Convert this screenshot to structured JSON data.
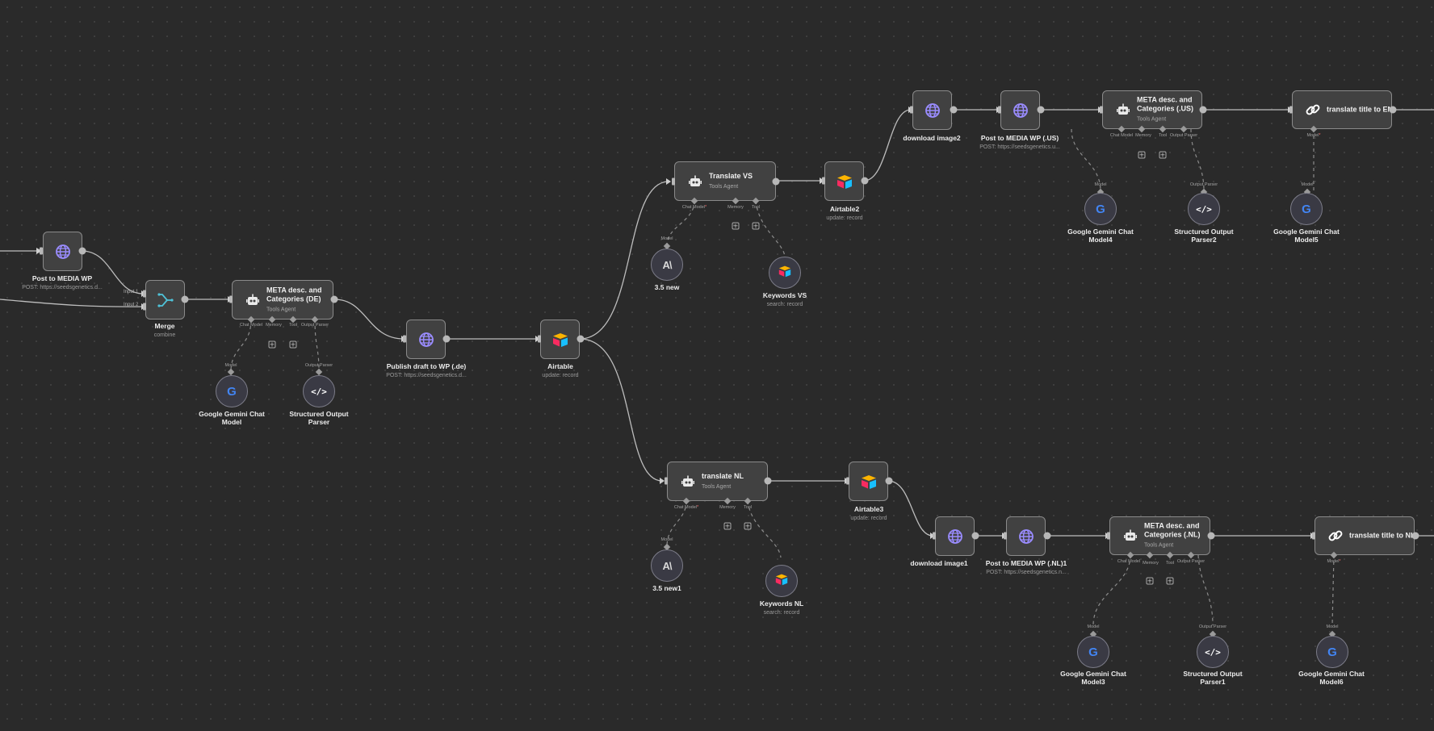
{
  "colors": {
    "canvas": "#2a2a2a",
    "node": "#414141",
    "border": "#8a8a8a",
    "wire": "#bdbdbd",
    "globe": "#9a8cff"
  },
  "nodes": {
    "post_media_wp": {
      "title": "Post to MEDIA WP",
      "subtitle": "POST: https://seedsgenetics.d..."
    },
    "merge": {
      "title": "Merge",
      "subtitle": "combine",
      "input1": "Input 1",
      "input2": "Input 2"
    },
    "meta_de": {
      "title": "META desc. and Categories (DE)",
      "subtitle": "Tools Agent"
    },
    "gemini_de": {
      "title": "Google Gemini Chat Model"
    },
    "parser_de": {
      "title": "Structured Output Parser"
    },
    "publish_draft": {
      "title": "Publish draft to WP (.de)",
      "subtitle": "POST: https://seedsgenetics.d..."
    },
    "airtable": {
      "title": "Airtable",
      "subtitle": "update: record"
    },
    "translate_vs": {
      "title": "Translate VS",
      "subtitle": "Tools Agent"
    },
    "model_35_new": {
      "title": "3.5 new"
    },
    "keywords_vs": {
      "title": "Keywords VS",
      "subtitle": "search: record"
    },
    "airtable2": {
      "title": "Airtable2",
      "subtitle": "update: record"
    },
    "download_image2": {
      "title": "download image2"
    },
    "post_media_us": {
      "title": "Post to MEDIA WP (.US)",
      "subtitle": "POST: https://seedsgenetics.u..."
    },
    "meta_us": {
      "title": "META desc. and Categories (.US)",
      "subtitle": "Tools Agent"
    },
    "gemini4": {
      "title": "Google Gemini Chat Model4"
    },
    "parser2": {
      "title": "Structured Output Parser2"
    },
    "translate_en": {
      "title": "translate title to EN"
    },
    "gemini5": {
      "title": "Google Gemini Chat Model5"
    },
    "translate_nl": {
      "title": "translate NL",
      "subtitle": "Tools Agent"
    },
    "model_35_new1": {
      "title": "3.5 new1"
    },
    "keywords_nl": {
      "title": "Keywords NL",
      "subtitle": "search: record"
    },
    "airtable3": {
      "title": "Airtable3",
      "subtitle": "update: record"
    },
    "download_image1": {
      "title": "download image1"
    },
    "post_media_nl": {
      "title": "Post to MEDIA WP (.NL)1",
      "subtitle": "POST: https://seedsgenetics.n..."
    },
    "meta_nl": {
      "title": "META desc. and Categories (.NL)",
      "subtitle": "Tools Agent"
    },
    "gemini3": {
      "title": "Google Gemini Chat Model3"
    },
    "parser1": {
      "title": "Structured Output Parser1"
    },
    "translate_title_nl": {
      "title": "translate title to NL"
    },
    "gemini6": {
      "title": "Google Gemini Chat Model6"
    }
  },
  "ports": {
    "chat_model": "Chat Model",
    "required": "*",
    "memory": "Memory",
    "tool": "Tool",
    "output_parser": "Output Parser",
    "model": "Model"
  },
  "icons": {
    "http": "globe-icon",
    "agent": "robot-icon",
    "merge": "merge-icon",
    "airtable": "airtable-icon",
    "gemini": "google-g-icon",
    "parser": "code-icon",
    "anthropic": "anthropic-icon",
    "link": "link-icon"
  }
}
